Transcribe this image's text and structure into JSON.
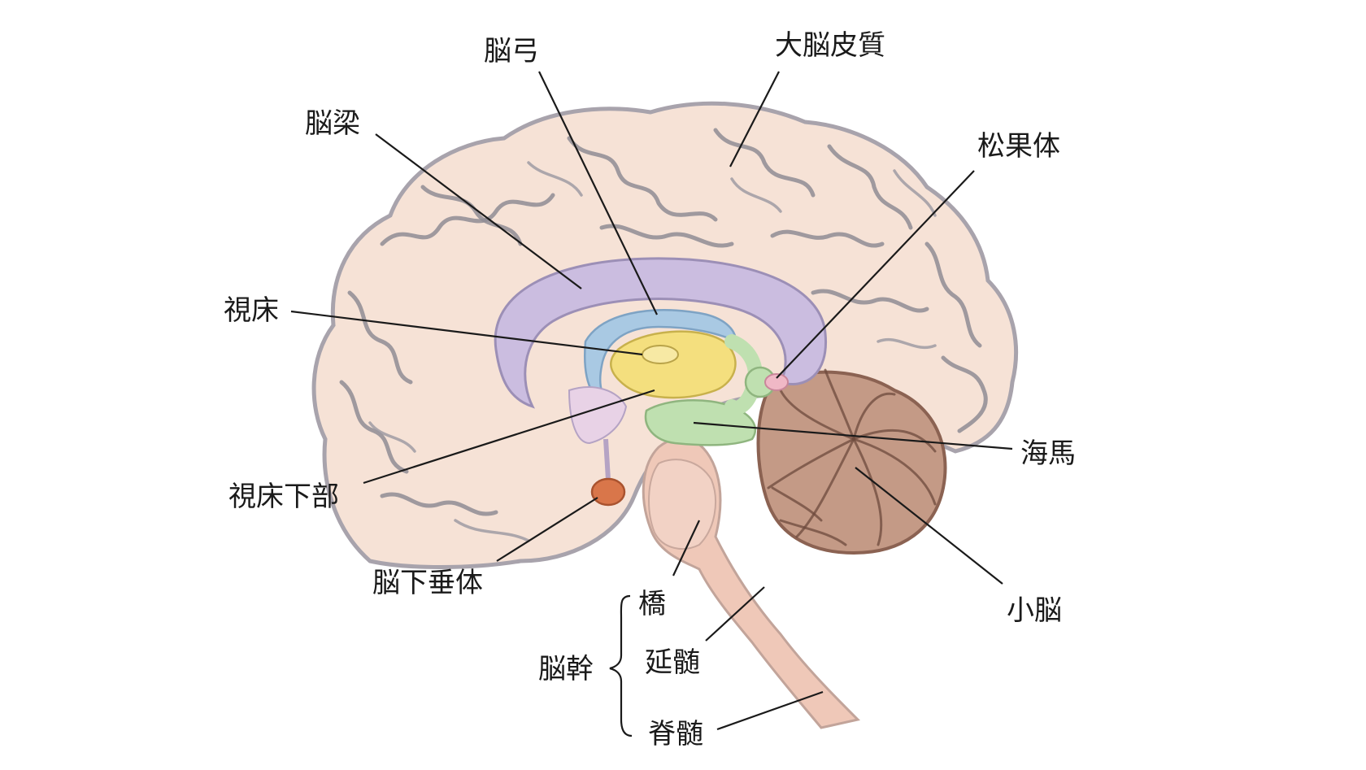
{
  "labels": {
    "fornix": "脳弓",
    "cerebral_cortex": "大脳皮質",
    "corpus_callosum": "脳梁",
    "pineal_body": "松果体",
    "thalamus": "視床",
    "hippocampus": "海馬",
    "hypothalamus": "視床下部",
    "pituitary": "脳下垂体",
    "cerebellum": "小脳",
    "pons": "橋",
    "brainstem": "脳幹",
    "medulla": "延髄",
    "spinal_cord": "脊髄"
  },
  "colors": {
    "cortex": "#f6e2d6",
    "corpus_callosum": "#cbbde0",
    "fornix": "#a9c9e3",
    "thalamus": "#f4df7e",
    "hippocampus": "#bfe0b0",
    "pineal": "#f0b8c6",
    "pituitary": "#d9764a",
    "cerebellum": "#c49a86",
    "brainstem": "#efc8b8",
    "outline": "#8f8c94"
  }
}
